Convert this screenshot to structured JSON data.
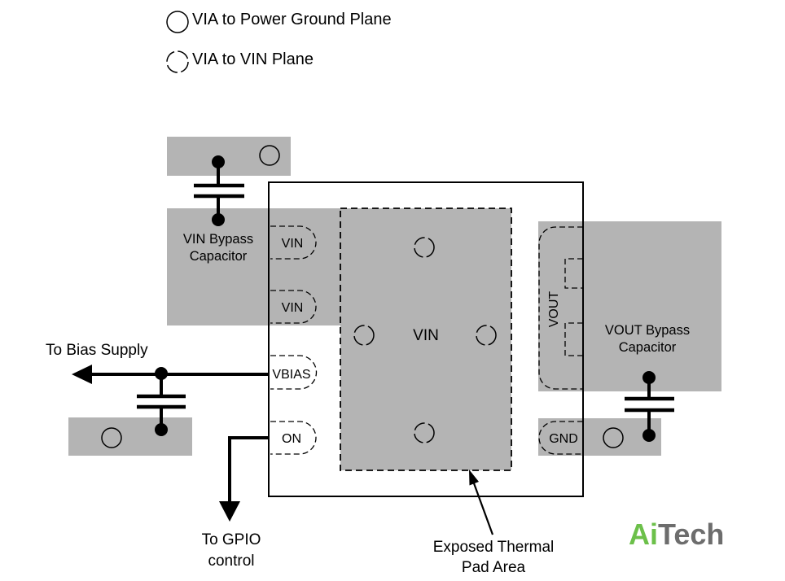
{
  "legend": {
    "solid_via": "VIA to Power Ground Plane",
    "dashed_via": "VIA to VIN Plane"
  },
  "pins": {
    "vin_1": "VIN",
    "vin_2": "VIN",
    "vbias": "VBIAS",
    "on": "ON",
    "vout": "VOUT",
    "gnd": "GND"
  },
  "thermal_pad": {
    "net_label": "VIN"
  },
  "labels": {
    "vin_bypass": [
      "VIN Bypass",
      "Capacitor"
    ],
    "vout_bypass": [
      "VOUT Bypass",
      "Capacitor"
    ],
    "bias_supply": "To Bias Supply",
    "gpio": [
      "To GPIO",
      "control"
    ],
    "thermal": [
      "Exposed Thermal",
      "Pad Area"
    ]
  },
  "logo": {
    "part_1": "Ai",
    "part_2": "Tech"
  },
  "colors": {
    "pad_fill": "#b4b4b4",
    "logo_green": "#6cc04a",
    "logo_gray": "#6d6d6d"
  }
}
